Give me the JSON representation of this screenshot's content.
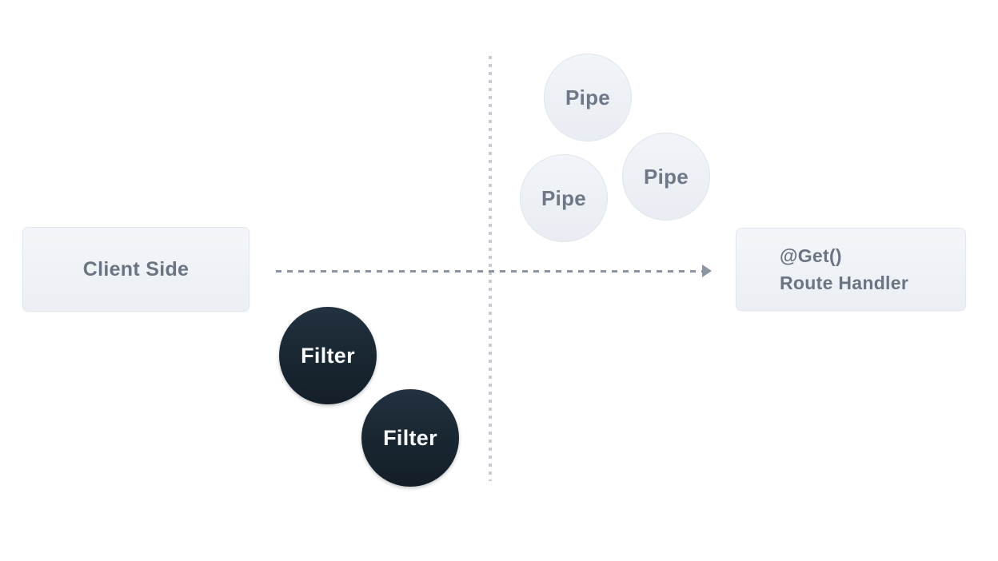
{
  "diagram": {
    "nodes": {
      "client": {
        "label": "Client Side"
      },
      "handler": {
        "lines": [
          "@Get()",
          "Route Handler"
        ]
      },
      "pipes": [
        "Pipe",
        "Pipe",
        "Pipe"
      ],
      "filters": [
        "Filter",
        "Filter"
      ]
    },
    "colors": {
      "node_bg_top": "#f3f5f9",
      "node_bg_bottom": "#ebeff4",
      "node_border": "#e2e8ef",
      "node_text": "#6b7482",
      "pipe_text": "#6e7886",
      "filter_top": "#233240",
      "filter_bottom": "#141e28",
      "filter_text": "#f7f9fa",
      "arrow_dash": "#8a94a2",
      "divider_dash": "#c5cdd7"
    }
  }
}
